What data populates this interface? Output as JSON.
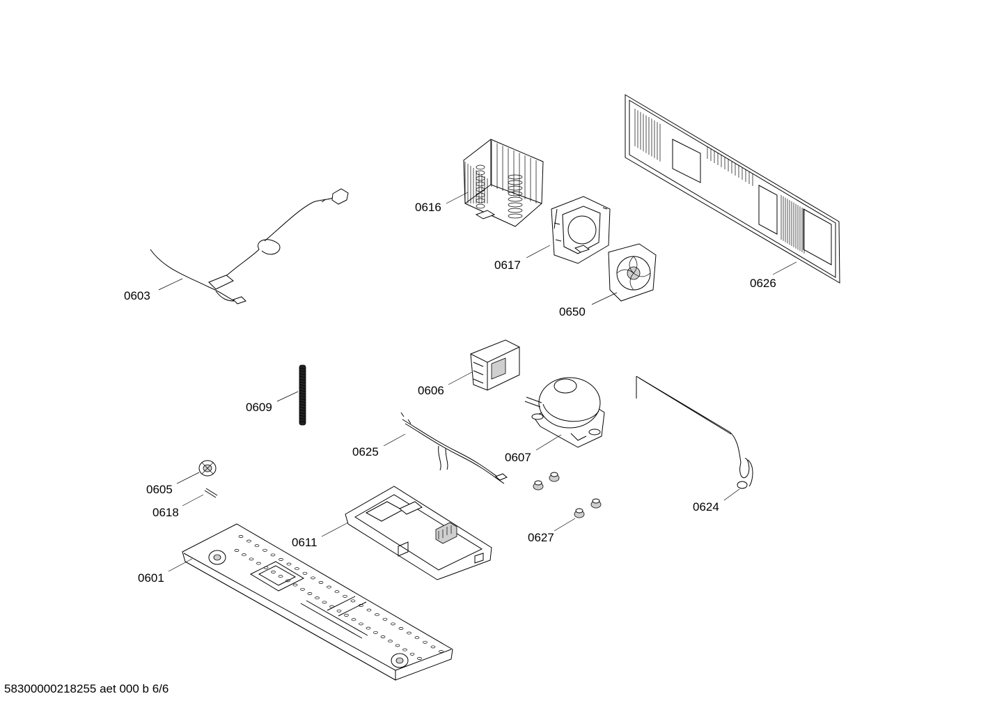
{
  "parts": [
    {
      "id": "0603",
      "name": "power-cable"
    },
    {
      "id": "0616",
      "name": "condenser"
    },
    {
      "id": "0617",
      "name": "fan-frame"
    },
    {
      "id": "0650",
      "name": "fan"
    },
    {
      "id": "0626",
      "name": "rear-panel"
    },
    {
      "id": "0609",
      "name": "threaded-rod"
    },
    {
      "id": "0606",
      "name": "relay-unit"
    },
    {
      "id": "0625",
      "name": "wiring-harness"
    },
    {
      "id": "0607",
      "name": "compressor"
    },
    {
      "id": "0624",
      "name": "pipe"
    },
    {
      "id": "0605",
      "name": "wheel"
    },
    {
      "id": "0618",
      "name": "axle-pin"
    },
    {
      "id": "0611",
      "name": "evaporation-tray"
    },
    {
      "id": "0627",
      "name": "rubber-grommets"
    },
    {
      "id": "0601",
      "name": "base-plate"
    }
  ],
  "footer": "58300000218255 aet 000 b 6/6"
}
